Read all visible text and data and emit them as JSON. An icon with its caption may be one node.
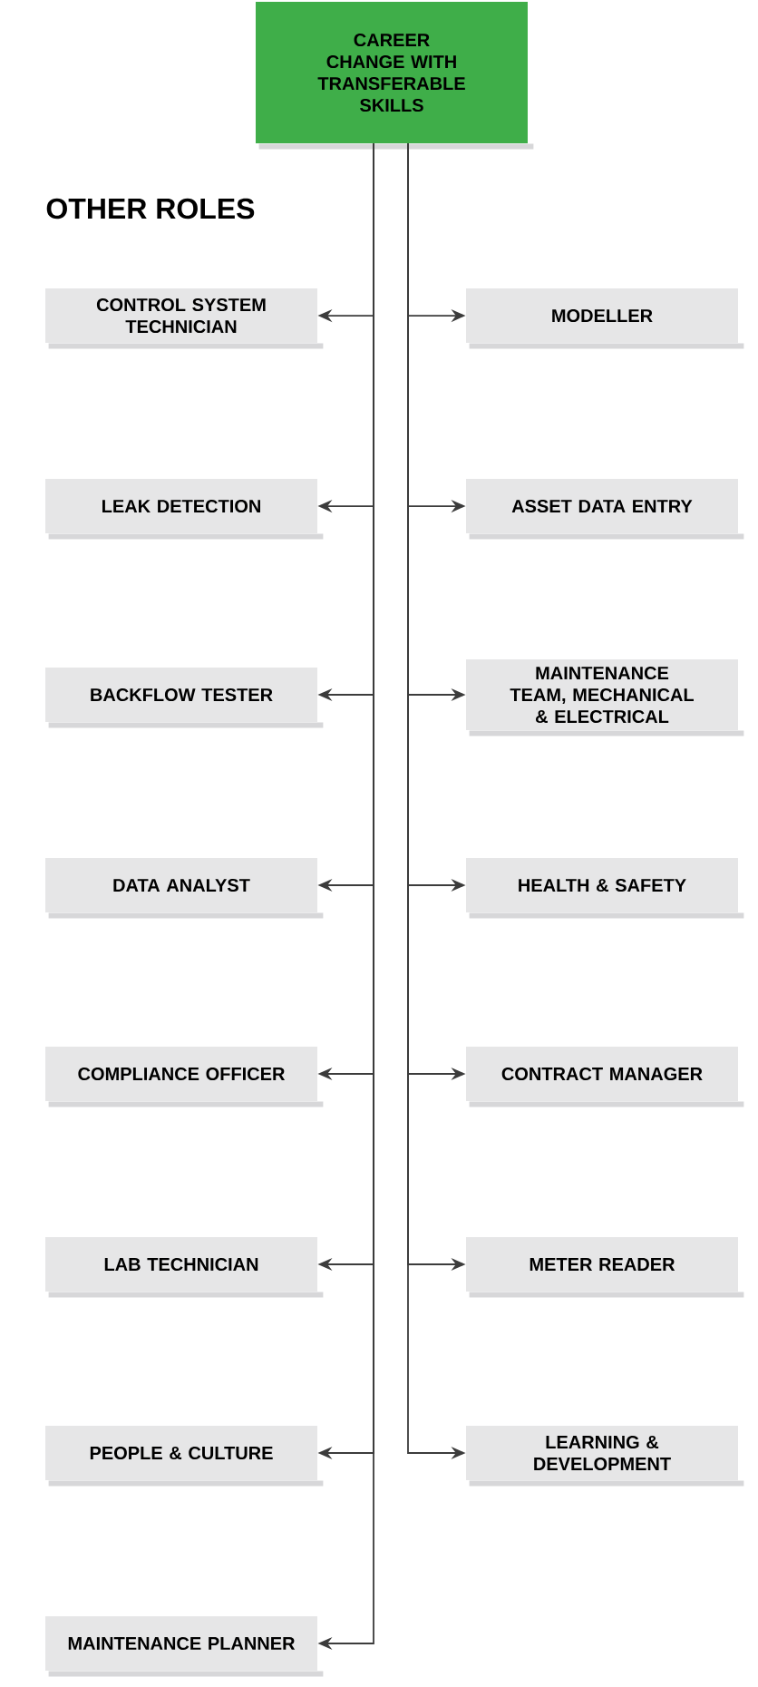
{
  "diagram": {
    "nodes": [
      {
        "text": [
          "CAREER CHANGE WITH TRANSFERABLE SKILLS"
        ]
      },
      {
        "text": [
          "CONTROL SYSTEM TECHNICIAN"
        ]
      },
      {
        "text": [
          "MODELLER"
        ]
      },
      {
        "text": [
          "LEAK DETECTION"
        ]
      },
      {
        "text": [
          "ASSET DATA ENTRY"
        ]
      },
      {
        "text": [
          "BACKFLOW TESTER"
        ]
      },
      {
        "text": [
          "MAINTENANCE TEAM, MECHANICAL & ELECTRICAL"
        ]
      },
      {
        "text": [
          "DATA ANALYST"
        ]
      },
      {
        "text": [
          "HEALTH & SAFETY"
        ]
      },
      {
        "text": [
          "COMPLIANCE OFFICER"
        ]
      },
      {
        "text": [
          "CONTRACT MANAGER"
        ]
      },
      {
        "text": [
          "LAB TECHNICIAN"
        ]
      },
      {
        "text": [
          "METER READER"
        ]
      },
      {
        "text": [
          "PEOPLE & CULTURE"
        ]
      },
      {
        "text": [
          "LEARNING & DEVELOPMENT"
        ]
      },
      {
        "text": [
          "MAINTENANCE PLANNER"
        ]
      }
    ],
    "edges": [
      {
        "from": 0,
        "to": 1,
        "arrow": "to"
      },
      {
        "from": 0,
        "to": 2,
        "arrow": "to"
      },
      {
        "from": 0,
        "to": 3,
        "arrow": "to"
      },
      {
        "from": 0,
        "to": 4,
        "arrow": "to"
      },
      {
        "from": 0,
        "to": 5,
        "arrow": "to"
      },
      {
        "from": 0,
        "to": 6,
        "arrow": "to"
      },
      {
        "from": 0,
        "to": 7,
        "arrow": "to"
      },
      {
        "from": 0,
        "to": 8,
        "arrow": "to"
      },
      {
        "from": 0,
        "to": 9,
        "arrow": "to"
      },
      {
        "from": 0,
        "to": 10,
        "arrow": "to"
      },
      {
        "from": 0,
        "to": 11,
        "arrow": "to"
      },
      {
        "from": 0,
        "to": 12,
        "arrow": "to"
      },
      {
        "from": 0,
        "to": 13,
        "arrow": "to"
      },
      {
        "from": 0,
        "to": 14,
        "arrow": "to"
      },
      {
        "from": 0,
        "to": 15,
        "arrow": "to"
      }
    ],
    "labels": [
      "OTHER ROLES"
    ]
  }
}
